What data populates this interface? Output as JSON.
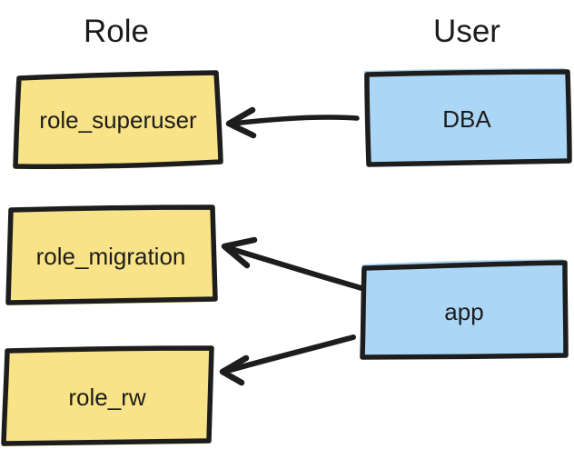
{
  "diagram": {
    "columns": [
      {
        "title": "Role"
      },
      {
        "title": "User"
      }
    ],
    "roles": [
      {
        "label": "role_superuser"
      },
      {
        "label": "role_migration"
      },
      {
        "label": "role_rw"
      }
    ],
    "users": [
      {
        "label": "DBA"
      },
      {
        "label": "app"
      }
    ],
    "edges": [
      {
        "from": "DBA",
        "to": "role_superuser"
      },
      {
        "from": "app",
        "to": "role_migration"
      },
      {
        "from": "app",
        "to": "role_rw"
      }
    ],
    "colors": {
      "role_fill": "#F9E388",
      "user_fill": "#ABD6F6",
      "stroke": "#1d1d1d",
      "background": "#FFFFFF"
    }
  }
}
